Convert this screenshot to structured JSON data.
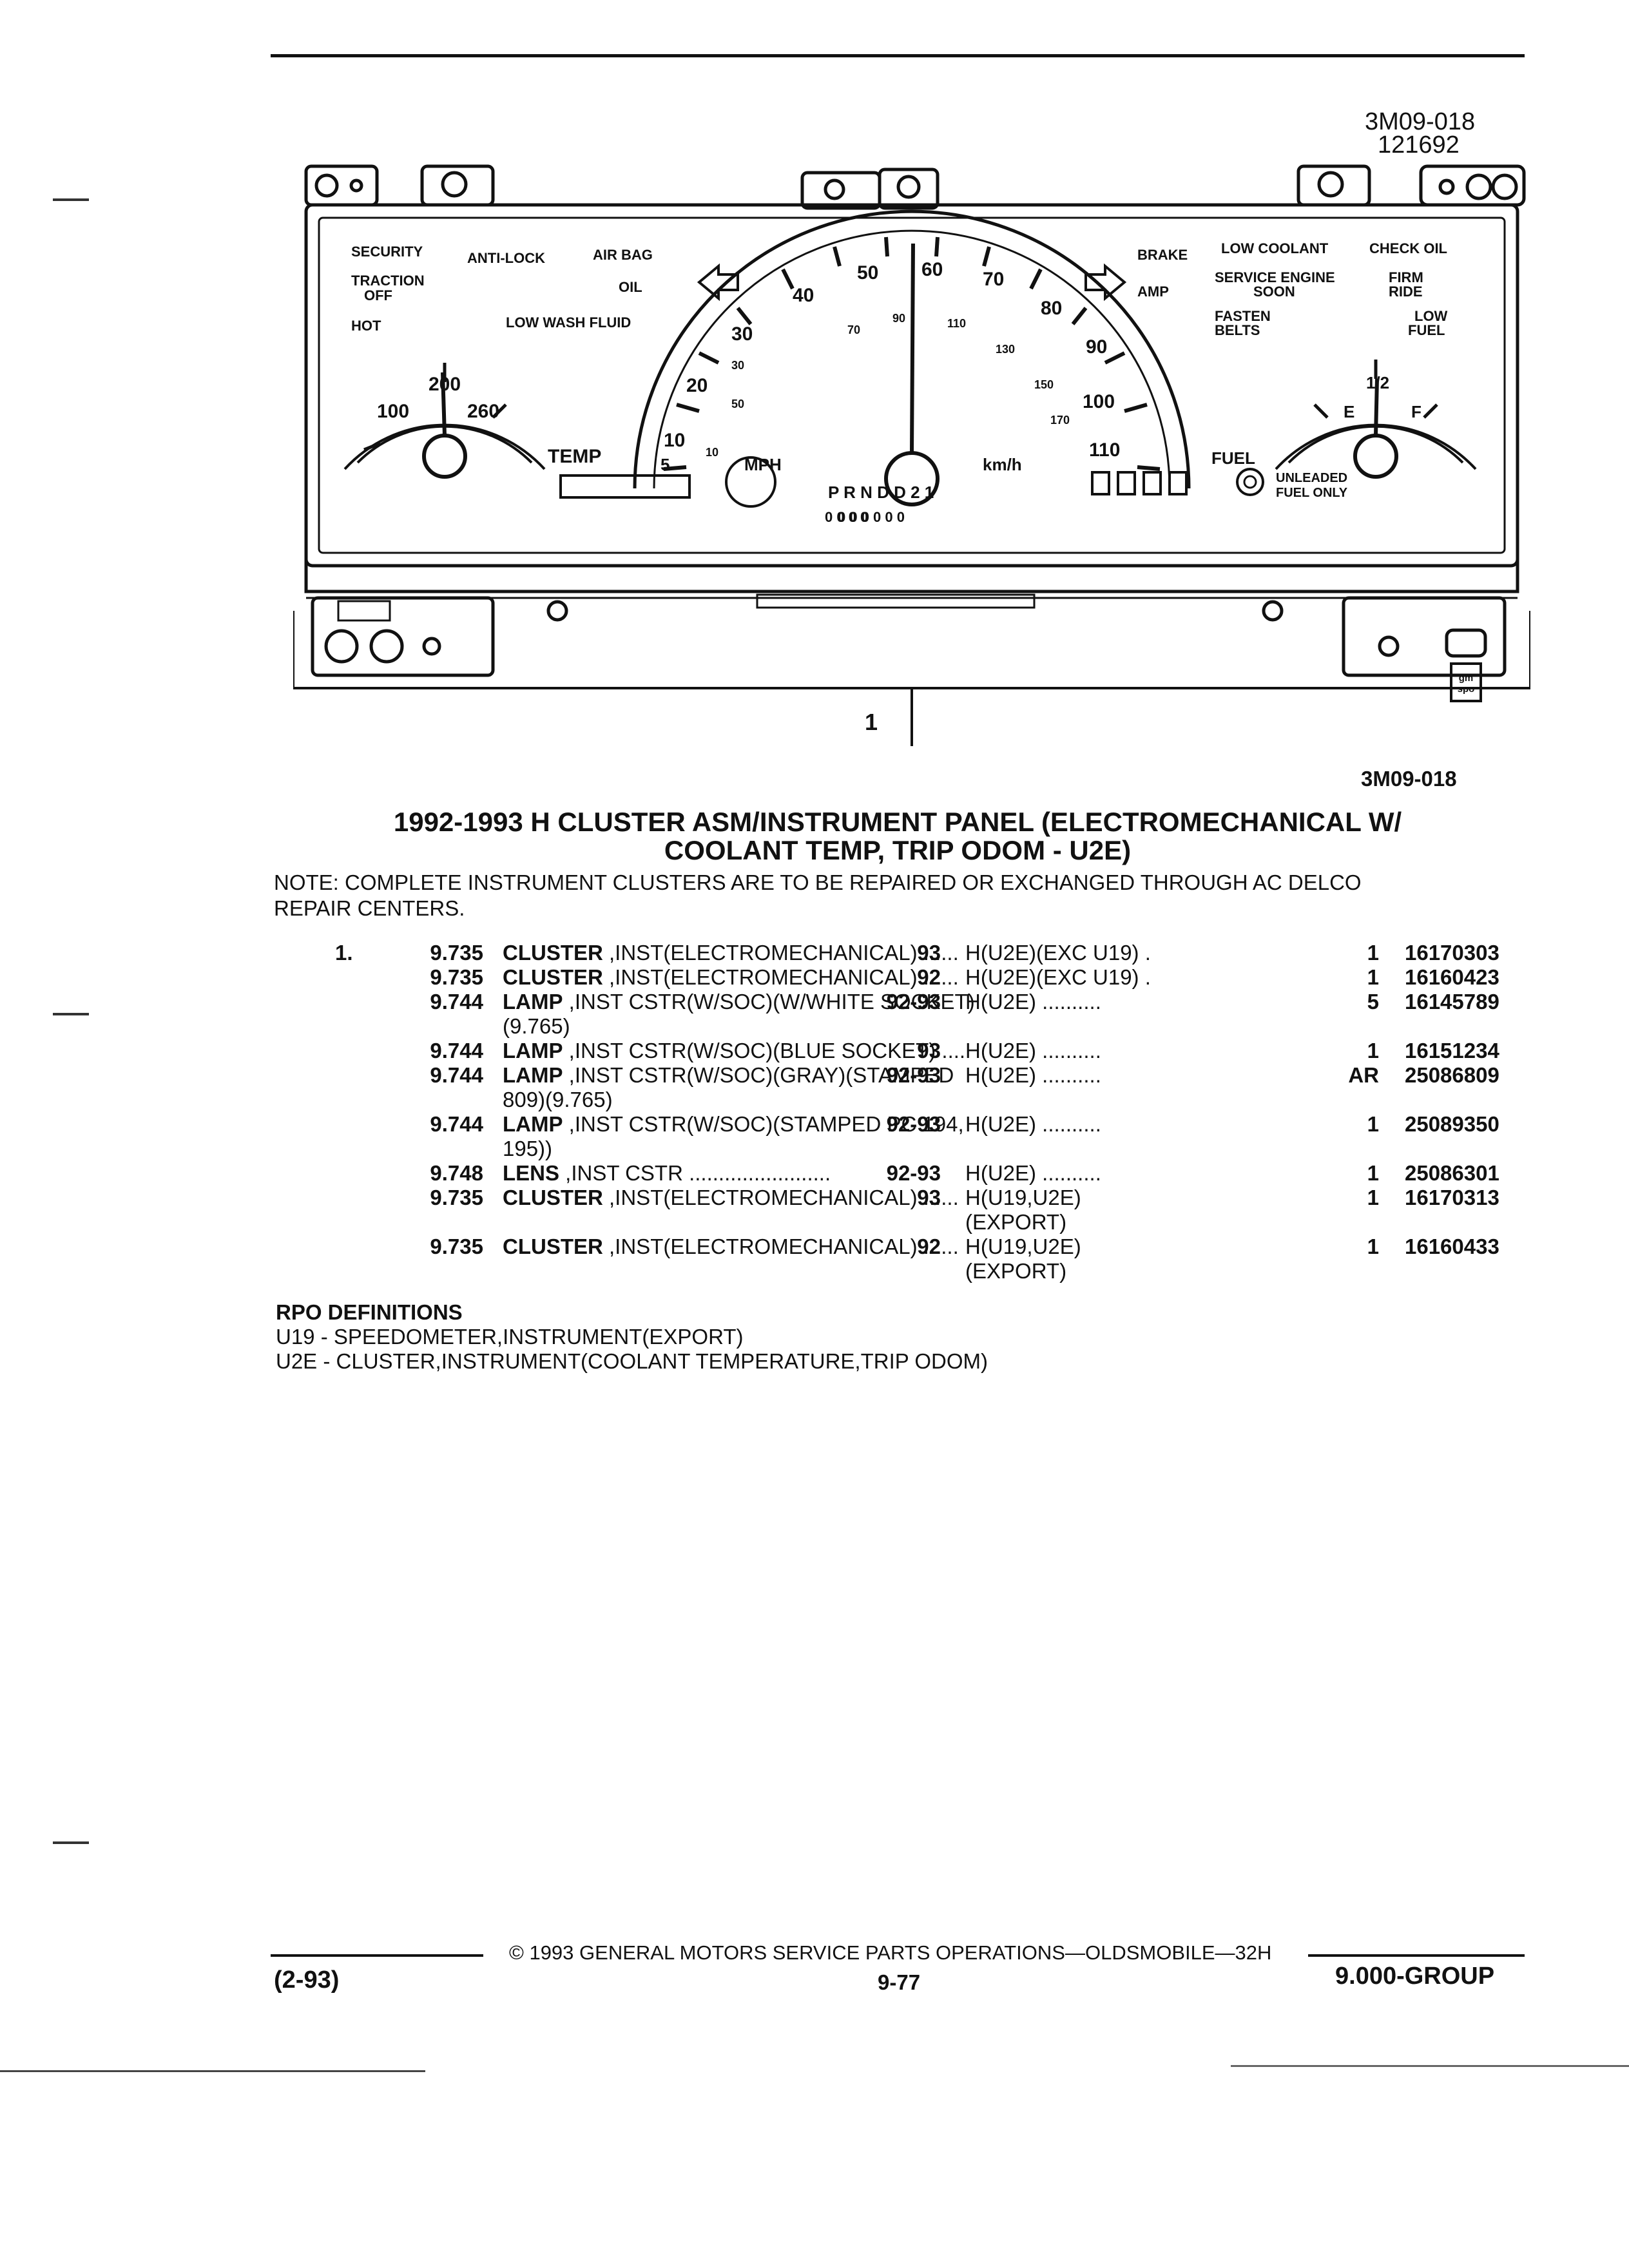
{
  "figure": {
    "id_top": "3M09-018",
    "id_date": "121692",
    "callout": "1",
    "id_bottom": "3M09-018",
    "badge": "gm spo",
    "cluster": {
      "left_labels": [
        "SECURITY",
        "TRACTION",
        "OFF",
        "HOT",
        "ANTI-LOCK",
        "AIR BAG",
        "OIL",
        "LOW WASH FLUID"
      ],
      "right_labels": [
        "BRAKE",
        "LOW COOLANT",
        "CHECK OIL",
        "SERVICE ENGINE",
        "SOON",
        "FIRM",
        "RIDE",
        "AMP",
        "FASTEN",
        "BELTS",
        "LOW",
        "FUEL"
      ],
      "temp_gauge": {
        "ticks": [
          "100",
          "200",
          "260"
        ],
        "label": "TEMP"
      },
      "speedo": {
        "mph_ticks": [
          "10",
          "20",
          "30",
          "40",
          "50",
          "60",
          "70",
          "80",
          "90",
          "100",
          "110"
        ],
        "kmh_ticks": [
          "10",
          "30",
          "50",
          "70",
          "90",
          "110",
          "130",
          "150",
          "170"
        ],
        "unit_mph": "MPH",
        "unit_kmh": "km/h",
        "low_end": "5"
      },
      "fuel_gauge": {
        "ticks": [
          "E",
          "1/2",
          "F"
        ],
        "label": "FUEL"
      },
      "prndl": "P R N D D 2 1",
      "odometer": "0 0 0 0 0 0",
      "trip": "0 0 0 0",
      "unleaded": [
        "UNLEADED",
        "FUEL ONLY"
      ]
    }
  },
  "title_line1": "1992-1993 H CLUSTER ASM/INSTRUMENT PANEL (ELECTROMECHANICAL W/",
  "title_line2": "COOLANT TEMP, TRIP ODOM - U2E)",
  "note_line1": "NOTE:  COMPLETE INSTRUMENT CLUSTERS ARE TO BE REPAIRED OR EXCHANGED THROUGH AC DELCO",
  "note_line2": "REPAIR CENTERS.",
  "parts": [
    {
      "ref": "1.",
      "level": "9.735",
      "name": "CLUSTER",
      "desc": " ,INST(ELECTROMECHANICAL) ......",
      "cont": "",
      "year": "93",
      "code": "H(U2E)(EXC U19)  .",
      "code_cont": "",
      "qty": "1",
      "pn": "16170303"
    },
    {
      "ref": "",
      "level": "9.735",
      "name": "CLUSTER",
      "desc": " ,INST(ELECTROMECHANICAL) ......",
      "cont": "",
      "year": "92",
      "code": "H(U2E)(EXC U19)  .",
      "code_cont": "",
      "qty": "1",
      "pn": "16160423"
    },
    {
      "ref": "",
      "level": "9.744",
      "name": "LAMP",
      "desc": " ,INST CSTR(W/SOC)(W/WHITE SOCKET)",
      "cont": "(9.765)",
      "year": "92-93",
      "code": "H(U2E)  ..........",
      "code_cont": "",
      "qty": "5",
      "pn": "16145789"
    },
    {
      "ref": "",
      "level": "9.744",
      "name": "LAMP",
      "desc": " ,INST CSTR(W/SOC)(BLUE SOCKET) ....",
      "cont": "",
      "year": "93",
      "code": "H(U2E)  ..........",
      "code_cont": "",
      "qty": "1",
      "pn": "16151234"
    },
    {
      "ref": "",
      "level": "9.744",
      "name": "LAMP",
      "desc": " ,INST CSTR(W/SOC)(GRAY)(STAMPED",
      "cont": "809)(9.765)",
      "year": "92-93",
      "code": "H(U2E)  ..........",
      "code_cont": "",
      "qty": "AR",
      "pn": "25086809"
    },
    {
      "ref": "",
      "level": "9.744",
      "name": "LAMP",
      "desc": " ,INST CSTR(W/SOC)(STAMPED PC 194,",
      "cont": "195))",
      "year": "92-93",
      "code": "H(U2E)  ..........",
      "code_cont": "",
      "qty": "1",
      "pn": "25089350"
    },
    {
      "ref": "",
      "level": "9.748",
      "name": "LENS",
      "desc": " ,INST CSTR  ........................",
      "cont": "",
      "year": "92-93",
      "code": "H(U2E)  ..........",
      "code_cont": "",
      "qty": "1",
      "pn": "25086301"
    },
    {
      "ref": "",
      "level": "9.735",
      "name": "CLUSTER",
      "desc": " ,INST(ELECTROMECHANICAL) ......",
      "cont": "",
      "year": "93",
      "code": "H(U19,U2E)",
      "code_cont": "(EXPORT)",
      "qty": "1",
      "pn": "16170313"
    },
    {
      "ref": "",
      "level": "9.735",
      "name": "CLUSTER",
      "desc": " ,INST(ELECTROMECHANICAL) ......",
      "cont": "",
      "year": "92",
      "code": "H(U19,U2E)",
      "code_cont": "(EXPORT)",
      "qty": "1",
      "pn": "16160433"
    }
  ],
  "rpo": {
    "heading": "RPO DEFINITIONS",
    "items": [
      "U19 - SPEEDOMETER,INSTRUMENT(EXPORT)",
      "U2E - CLUSTER,INSTRUMENT(COOLANT TEMPERATURE,TRIP ODOM)"
    ]
  },
  "footer": {
    "copyright": "©  1993  GENERAL MOTORS SERVICE PARTS OPERATIONS—OLDSMOBILE—32H",
    "date": "(2-93)",
    "page": "9-77",
    "group": "9.000-GROUP"
  }
}
